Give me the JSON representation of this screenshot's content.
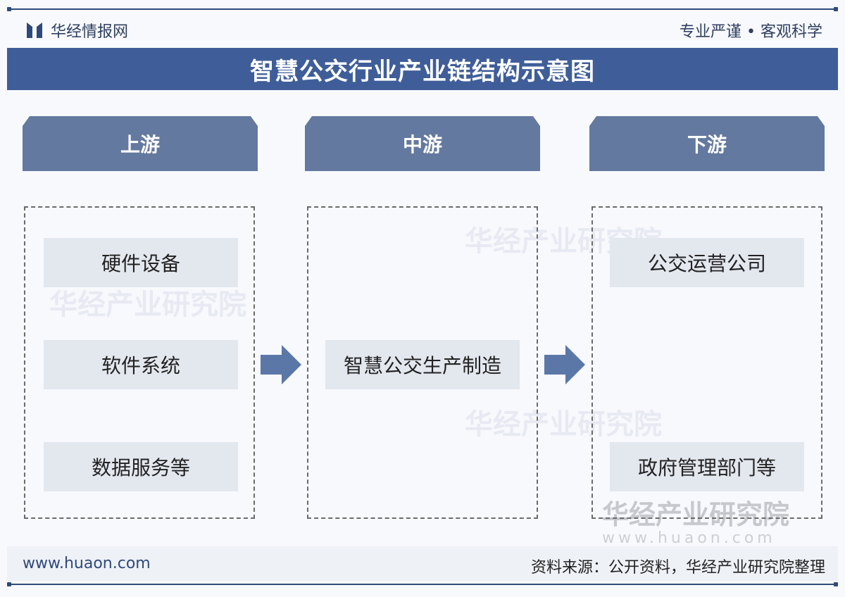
{
  "header": {
    "brand": "华经情报网",
    "slogan": "专业严谨 • 客观科学"
  },
  "title": "智慧公交行业产业链结构示意图",
  "columns": [
    {
      "label": "上游",
      "items": [
        "硬件设备",
        "软件系统",
        "数据服务等"
      ]
    },
    {
      "label": "中游",
      "items": [
        "智慧公交生产制造"
      ]
    },
    {
      "label": "下游",
      "items": [
        "公交运营公司",
        "政府管理部门等"
      ]
    }
  ],
  "watermark": {
    "name": "华经产业研究院",
    "url": "www.huaon.com"
  },
  "footer": {
    "website": "www.huaon.com",
    "source": "资料来源：公开资料，华经产业研究院整理"
  },
  "colors": {
    "title_bg": "#3f5e99",
    "header_bg": "#64799f",
    "item_bg": "#e3e7ee",
    "arrow": "#5a77a8"
  }
}
